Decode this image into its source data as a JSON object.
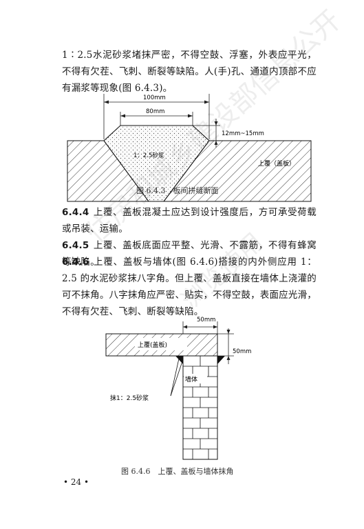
{
  "intro_paragraph": "1∶2.5水泥砂浆堵抹严密，不得空鼓、浮塞，外表应平光，不得有欠茬、飞刺、断裂等缺陷。人(手)孔、通道内顶部不应有漏浆等现象(图 6.4.3)。",
  "figure1": {
    "dim_100": "100mm",
    "dim_80": "80mm",
    "dim_height": "12mm~15mm",
    "mortar_label": "1：2.5砂浆",
    "slab_label": "上覆（盖板）",
    "caption": "图 6.4.3　板间拼缝断面"
  },
  "sections": [
    {
      "num": "6.4.4",
      "text": "上覆、盖板混凝土应达到设计强度后，方可承受荷载或吊装、运输。"
    },
    {
      "num": "6.4.5",
      "text": "上覆、盖板底面应平整、光滑、不露筋，不得有蜂窝等缺陷。"
    },
    {
      "num": "6.4.6",
      "text": "上覆、盖板与墙体(图 6.4.6)搭接的内外侧应用 1：2.5 的水泥砂浆抹八字角。但上覆、盖板直接在墙体上浇灌的可不抹角。八字抹角应严密、贴实，不得空鼓，表面应光滑，不得有欠茬、飞刺、断裂等缺陷。"
    }
  ],
  "figure2": {
    "dim_top": "50mm",
    "dim_side": "50mm",
    "slab_label": "上覆(盖板)",
    "wall_label": "墙体",
    "mortar_label": "抹1：2.5砂浆",
    "caption": "图 6.4.6　上覆、盖板与墙体抹角"
  },
  "page_number": "• 24 •",
  "watermark": {
    "line1": "住房和城乡建设部信息公开",
    "line2": "浏览使用"
  }
}
